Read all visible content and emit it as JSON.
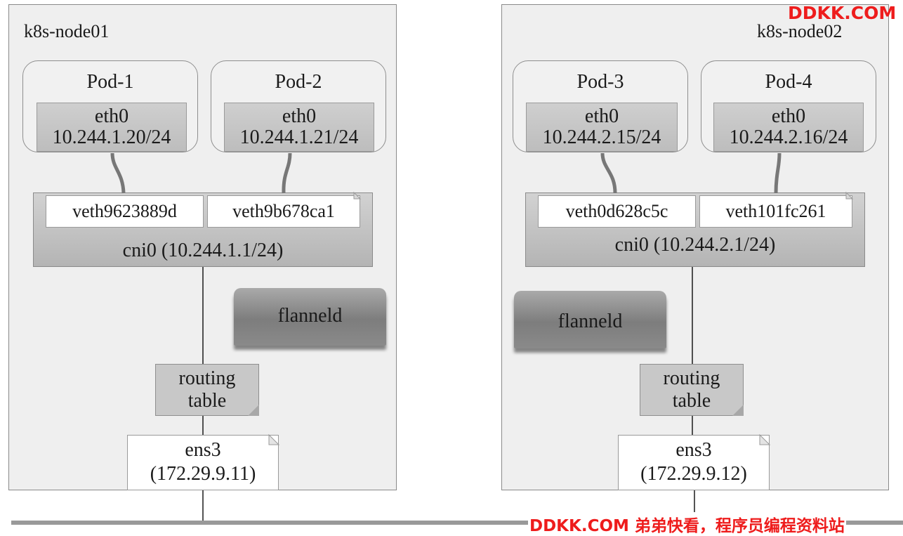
{
  "nodes": [
    {
      "title": "k8s-node01",
      "pods": [
        {
          "name": "Pod-1",
          "eth": "eth0",
          "ip": "10.244.1.20/24"
        },
        {
          "name": "Pod-2",
          "eth": "eth0",
          "ip": "10.244.1.21/24"
        }
      ],
      "veths": [
        "veth9623889d",
        "veth9b678ca1"
      ],
      "cni": "cni0  (10.244.1.1/24)",
      "flanneld": "flanneld",
      "routing": [
        "routing",
        "table"
      ],
      "ens": [
        "ens3",
        "(172.29.9.11)"
      ]
    },
    {
      "title": "k8s-node02",
      "pods": [
        {
          "name": "Pod-3",
          "eth": "eth0",
          "ip": "10.244.2.15/24"
        },
        {
          "name": "Pod-4",
          "eth": "eth0",
          "ip": "10.244.2.16/24"
        }
      ],
      "veths": [
        "veth0d628c5c",
        "veth101fc261"
      ],
      "cni": "cni0  (10.244.2.1/24)",
      "flanneld": "flanneld",
      "routing": [
        "routing",
        "table"
      ],
      "ens": [
        "ens3",
        "(172.29.9.12)"
      ]
    }
  ],
  "watermark_top": "DDKK.COM",
  "watermark_bottom": "DDKK.COM 弟弟快看，程序员编程资料站",
  "colors": {
    "watermark": "#ee1c1c",
    "node_bg": "#efefef",
    "network_line": "#999999"
  }
}
